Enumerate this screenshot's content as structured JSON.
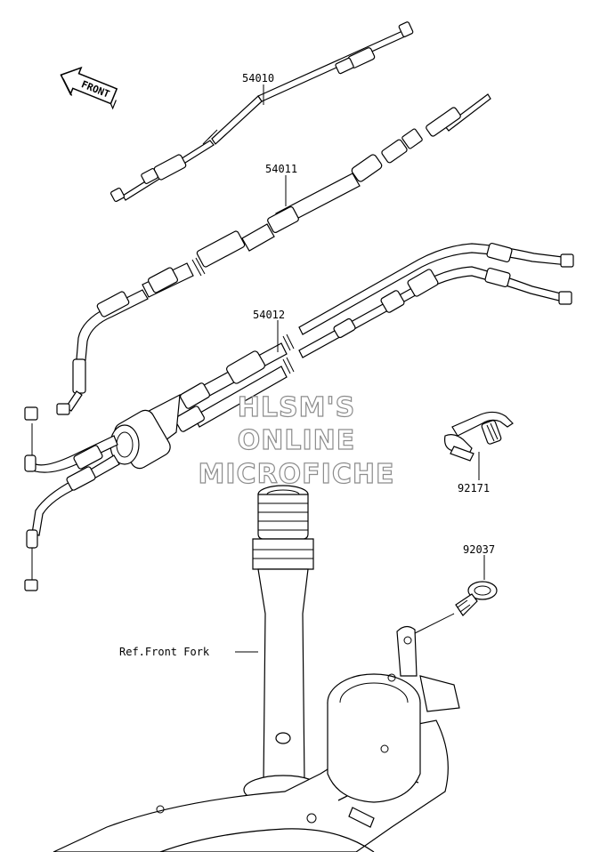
{
  "labels": {
    "p54010": "54010",
    "p54011": "54011",
    "p54012": "54012",
    "p92171": "92171",
    "p92037": "92037",
    "front_fork": "Ref.Front Fork",
    "front_arrow": "FRONT"
  },
  "watermark": {
    "line1": "HLSM'S",
    "line2": "ONLINE",
    "line3": "MICROFICHE"
  }
}
